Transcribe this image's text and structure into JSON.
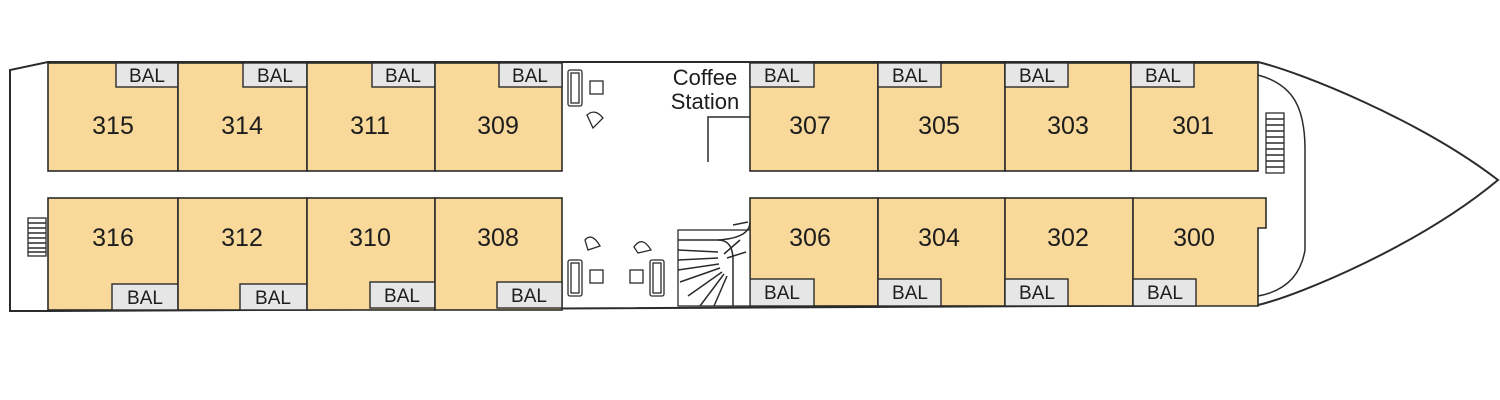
{
  "deck": {
    "coffee_station": {
      "line1": "Coffee",
      "line2": "Station"
    },
    "balcony_label": "BAL",
    "cabins": [
      {
        "number": "315",
        "balcony": "BAL"
      },
      {
        "number": "314",
        "balcony": "BAL"
      },
      {
        "number": "311",
        "balcony": "BAL"
      },
      {
        "number": "309",
        "balcony": "BAL"
      },
      {
        "number": "307",
        "balcony": "BAL"
      },
      {
        "number": "305",
        "balcony": "BAL"
      },
      {
        "number": "303",
        "balcony": "BAL"
      },
      {
        "number": "301",
        "balcony": "BAL"
      },
      {
        "number": "316",
        "balcony": "BAL"
      },
      {
        "number": "312",
        "balcony": "BAL"
      },
      {
        "number": "310",
        "balcony": "BAL"
      },
      {
        "number": "308",
        "balcony": "BAL"
      },
      {
        "number": "306",
        "balcony": "BAL"
      },
      {
        "number": "304",
        "balcony": "BAL"
      },
      {
        "number": "302",
        "balcony": "BAL"
      },
      {
        "number": "300",
        "balcony": "BAL"
      }
    ]
  },
  "colors": {
    "cabin_fill": "#f9d99a",
    "balcony_fill": "#e6e6e6",
    "outline": "#2b2b2b",
    "background": "#ffffff"
  }
}
